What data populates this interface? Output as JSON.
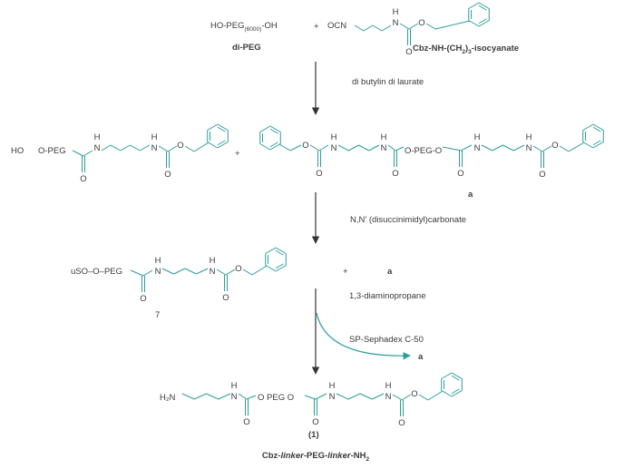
{
  "reactants": {
    "dipeg_formula_a": "HO-PEG",
    "dipeg_subscript": "(6000)",
    "dipeg_formula_b": "-OH",
    "dipeg_name": "di-PEG",
    "plus": "+",
    "isocyanate_group": "OCN",
    "isocyanate_name_a": "Cbz-NH-(CH",
    "isocyanate_name_sub": "2",
    "isocyanate_name_b": ")",
    "isocyanate_name_sub2": "3",
    "isocyanate_name_c": "-isocyanate"
  },
  "step1": {
    "reagent": "di butylin di laurate"
  },
  "intermediate1": {
    "mono_ho": "HO",
    "mono_peg": "O-PEG",
    "plus": "+",
    "bis_peg": "O-PEG-O",
    "bis_label": "a"
  },
  "step2": {
    "reagent": "N,N' (disuccinimidyl)carbonate"
  },
  "intermediate2": {
    "nhs_peg": "uSO–O–PEG",
    "compound_number": "7",
    "plus": "+",
    "bis_label": "a"
  },
  "step3": {
    "reagent": "1,3-diaminopropane"
  },
  "step4": {
    "reagent": "SP-Sephadex C-50",
    "removed": "a"
  },
  "product": {
    "amine": "H₂N",
    "peg": "O PEG O",
    "number": "(1)",
    "name_a": "Cbz-",
    "name_b": "linker",
    "name_c": "-PEG-",
    "name_d": "linker",
    "name_e": "-NH",
    "name_sub": "2"
  },
  "atoms": {
    "N": "N",
    "H": "H",
    "O": "O"
  },
  "colors": {
    "bond": "#2c9c9c",
    "text": "#3a3a3a"
  }
}
